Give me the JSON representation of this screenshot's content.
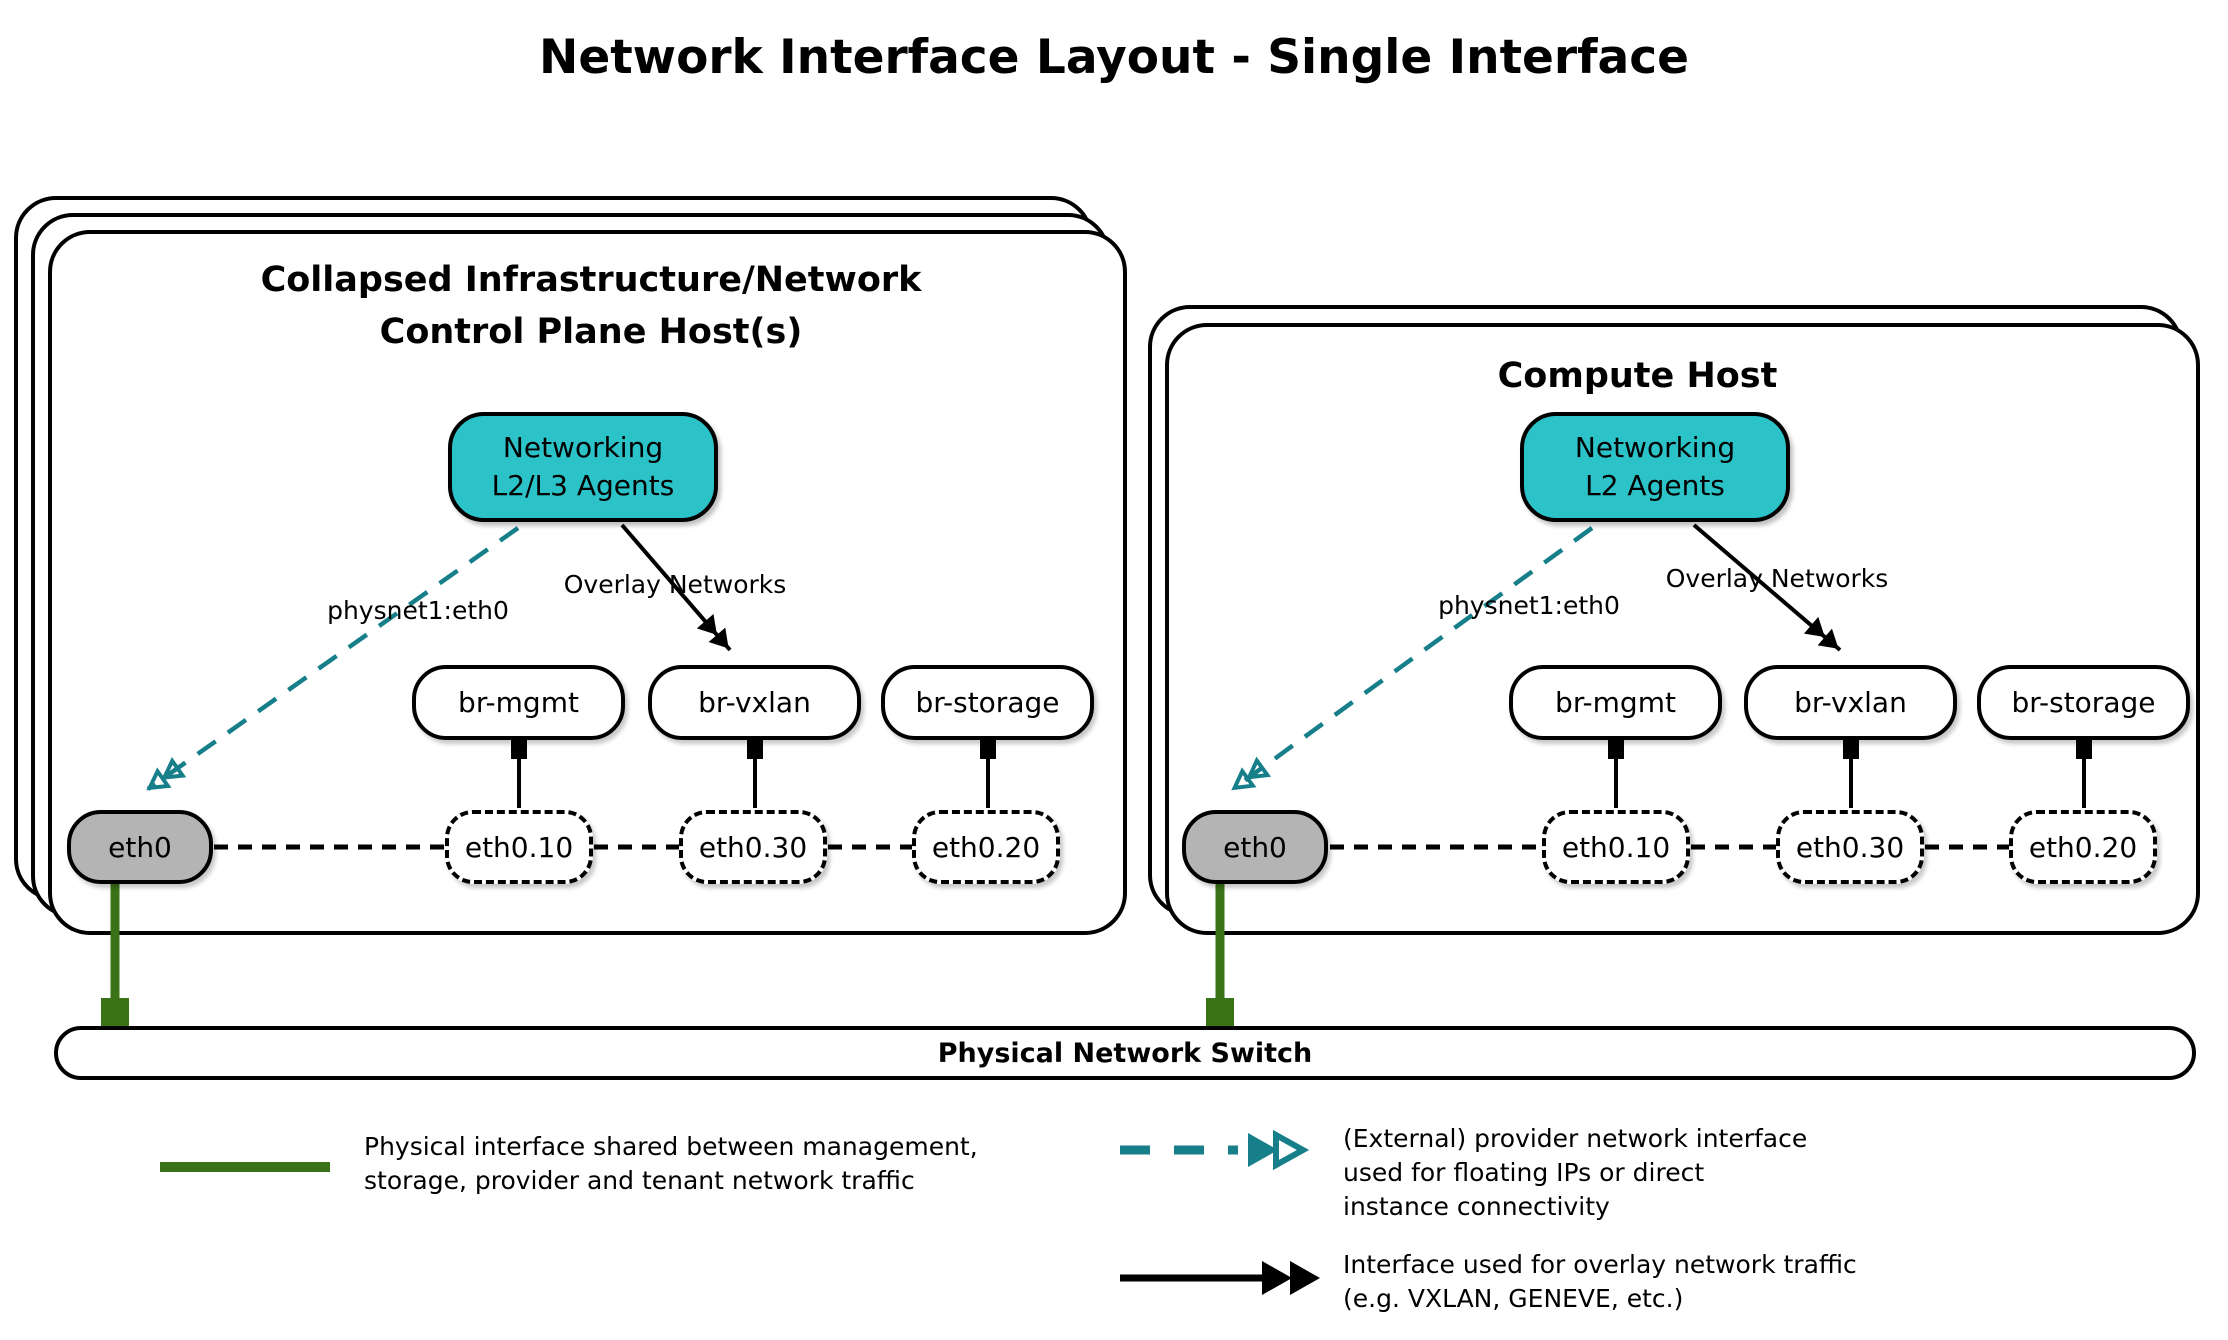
{
  "diagram": {
    "title": "Network Interface Layout - Single Interface",
    "colors": {
      "teal_fill": "#2bc2c8",
      "teal_stroke": "#177f8a",
      "green": "#3a7317",
      "eth0_gray": "#b4b4b4",
      "line_black": "#000000"
    },
    "hosts": [
      {
        "title_line1": "Collapsed Infrastructure/Network",
        "title_line2": "Control Plane Host(s)",
        "agent_line1": "Networking",
        "agent_line2": "L2/L3 Agents",
        "provider_label": "physnet1:eth0",
        "overlay_label": "Overlay Networks",
        "bridges": [
          "br-mgmt",
          "br-vxlan",
          "br-storage"
        ],
        "interfaces": [
          "eth0",
          "eth0.10",
          "eth0.30",
          "eth0.20"
        ]
      },
      {
        "title_line1": "Compute Host",
        "agent_line1": "Networking",
        "agent_line2": "L2 Agents",
        "provider_label": "physnet1:eth0",
        "overlay_label": "Overlay Networks",
        "bridges": [
          "br-mgmt",
          "br-vxlan",
          "br-storage"
        ],
        "interfaces": [
          "eth0",
          "eth0.10",
          "eth0.30",
          "eth0.20"
        ]
      }
    ],
    "switch": {
      "label": "Physical Network Switch"
    },
    "legend": [
      {
        "symbol": "green-solid-line",
        "lines": [
          "Physical interface shared between management,",
          "storage, provider and tenant network traffic"
        ]
      },
      {
        "symbol": "teal-dashed-double-arrow",
        "lines": [
          "(External) provider network interface",
          "used for floating IPs or direct",
          "instance connectivity"
        ]
      },
      {
        "symbol": "black-solid-double-arrow",
        "lines": [
          "Interface used for overlay network traffic",
          "(e.g. VXLAN, GENEVE, etc.)"
        ]
      }
    ]
  }
}
